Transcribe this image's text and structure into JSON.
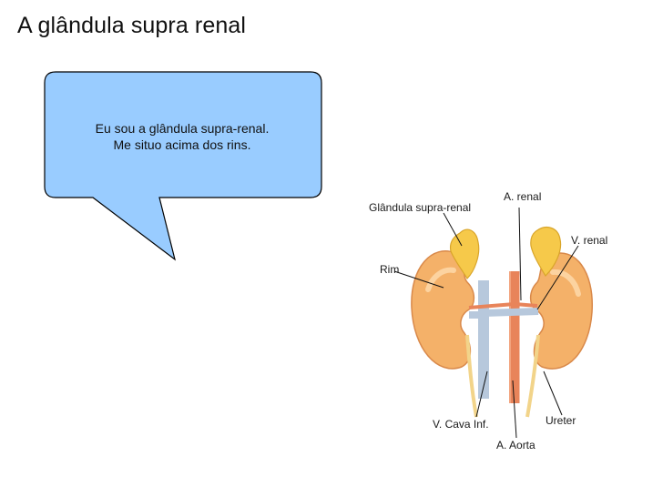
{
  "slide": {
    "title": "A glândula supra renal"
  },
  "speech_bubble": {
    "line1": "Eu sou a  glândula supra-renal.",
    "line2": "Me situo acima dos rins.",
    "fill_color": "#99ccff",
    "border_color": "#000000"
  },
  "illustration": {
    "labels": {
      "adrenal_gland": "Glândula supra-renal",
      "renal_artery": "A. renal",
      "renal_vein": "V. renal",
      "kidney": "Rim",
      "vena_cava": "V. Cava Inf.",
      "aorta": "A. Aorta",
      "ureter": "Ureter"
    },
    "colors": {
      "kidney": "#f4b169",
      "adrenal": "#f6c94a",
      "aorta": "#e8845a",
      "vein": "#b7c8dc"
    }
  }
}
